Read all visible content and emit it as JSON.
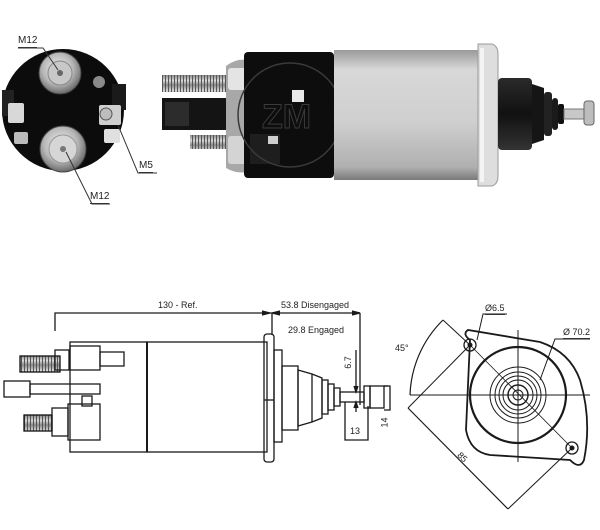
{
  "product": {
    "type": "starter solenoid",
    "watermark": "ZM"
  },
  "end_view_photo": {
    "terminal_labels": [
      "M12",
      "M5",
      "M12"
    ]
  },
  "side_drawing": {
    "dimensions": {
      "overall_length": "130 - Ref.",
      "plunger_disengaged": "53.8 Disengaged",
      "plunger_engaged": "29.8 Engaged",
      "shaft_dia": "6.7",
      "shaft_length": "13",
      "tip_height": "14"
    }
  },
  "flange_drawing": {
    "dimensions": {
      "hole_dia": "Ø6.5",
      "body_dia": "Ø 70.2",
      "angle": "45°",
      "hole_spacing": "85"
    }
  },
  "colors": {
    "line": "#1a1a1a",
    "body_black": "#0d0d0d",
    "can_silver": "#c9c9c9",
    "background": "#ffffff"
  }
}
